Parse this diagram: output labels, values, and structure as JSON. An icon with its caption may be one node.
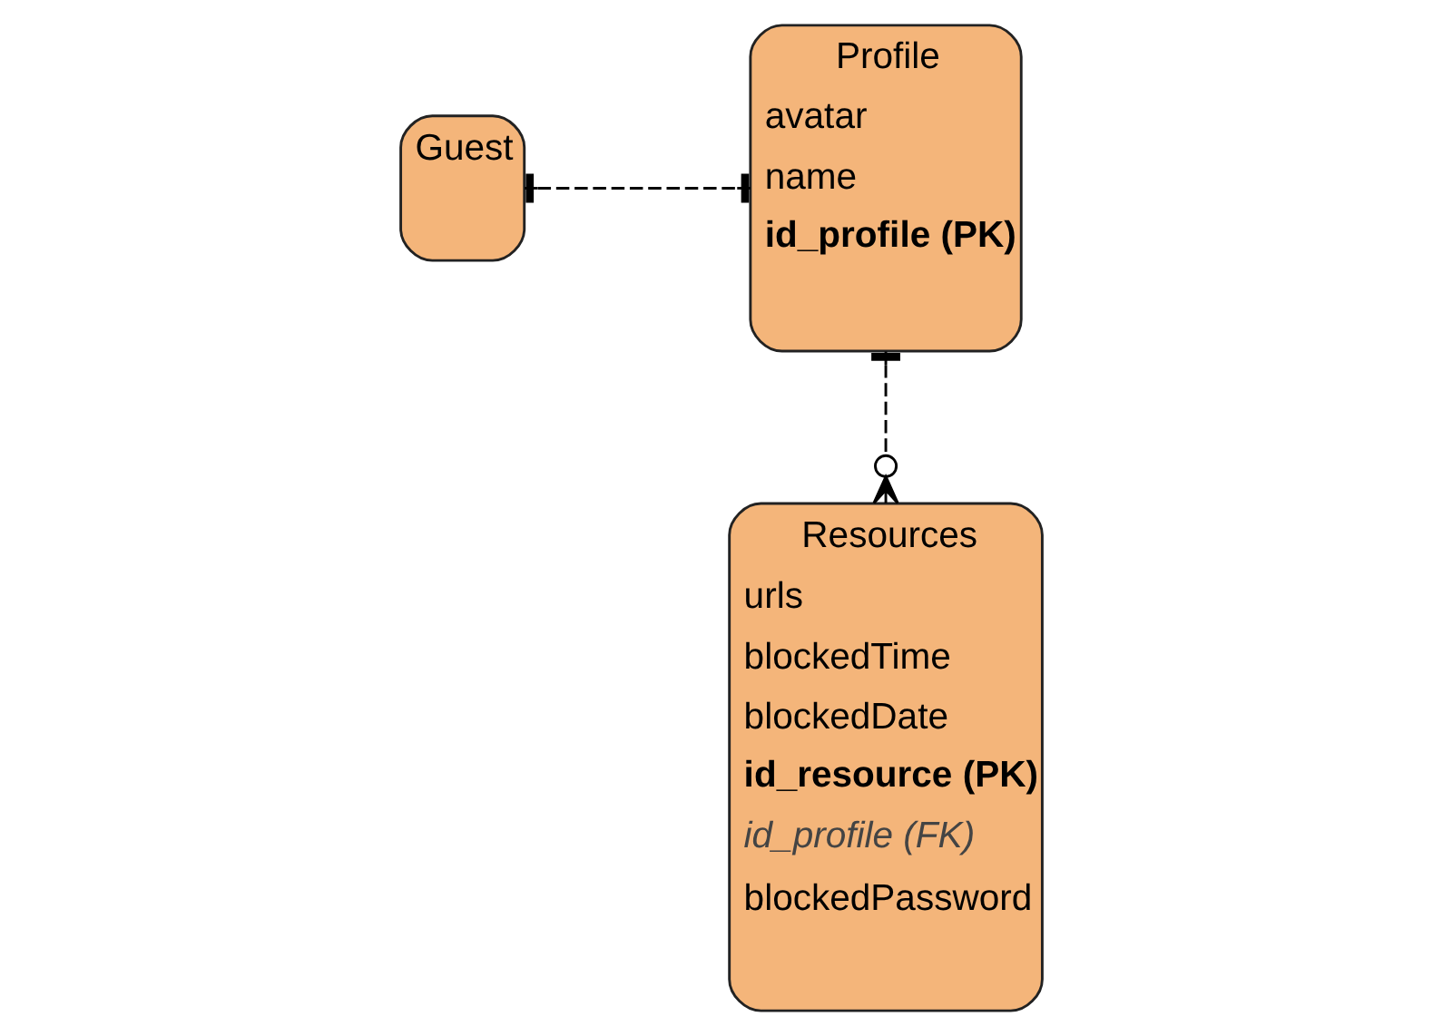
{
  "diagram": {
    "nodes": [
      {
        "text": [
          "Guest"
        ]
      },
      {
        "text": [
          "Profile",
          "avatar",
          "name",
          "id_profile (PK)"
        ]
      },
      {
        "text": [
          "Resources",
          "urls",
          "blockedTime",
          "blockedDate",
          "id_resource (PK)",
          "id_profile (FK)",
          "blockedPassword"
        ]
      }
    ],
    "edges": [
      {
        "from": 0,
        "to": 1,
        "arrow": "other",
        "style": "dashed"
      },
      {
        "from": 1,
        "to": 2,
        "arrow": "other",
        "style": "dashed"
      }
    ]
  }
}
